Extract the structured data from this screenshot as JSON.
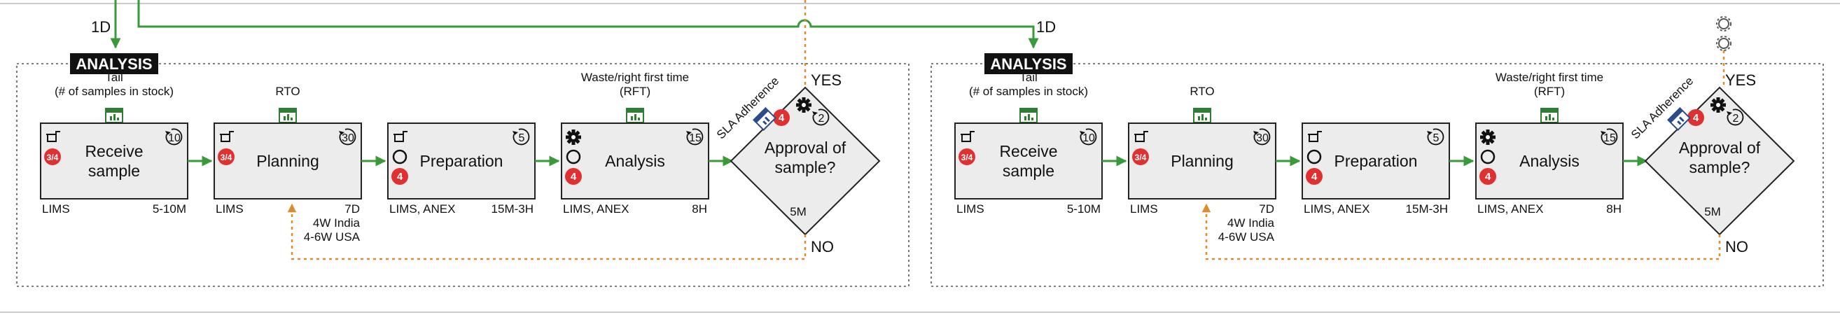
{
  "colors": {
    "green": "#3a9a3a",
    "orange": "#e08a2a",
    "red": "#e03030",
    "box_fill": "#ececec",
    "title_bg": "#111111"
  },
  "top_labels": [
    "1D",
    "1D"
  ],
  "sections": [
    {
      "title": "ANALYSIS",
      "steps": [
        {
          "label_lines": [
            "Receive",
            "sample"
          ],
          "kpi_lines": [
            "Tail",
            "(# of samples in stock)"
          ],
          "cycle": "10",
          "badge": "3/4",
          "icons": [
            "hand-pointer-icon"
          ],
          "system": "LIMS",
          "time": "5-10M",
          "notes": []
        },
        {
          "label_lines": [
            "Planning"
          ],
          "kpi_lines": [
            "RTO"
          ],
          "cycle": "30",
          "badge": "3/4",
          "icons": [
            "hand-pointer-icon"
          ],
          "system": "LIMS",
          "time": "7D",
          "notes": [
            "4W India",
            "4-6W USA"
          ]
        },
        {
          "label_lines": [
            "Preparation"
          ],
          "kpi_lines": [],
          "cycle": "5",
          "badge": "4",
          "icons": [
            "hand-pointer-icon",
            "circle-icon"
          ],
          "system": "LIMS, ANEX",
          "time": "15M-3H",
          "notes": []
        },
        {
          "label_lines": [
            "Analysis"
          ],
          "kpi_lines": [
            "Waste/right first time",
            "(RFT)"
          ],
          "cycle": "15",
          "badge": "4",
          "icons": [
            "gear-icon",
            "circle-icon"
          ],
          "system": "LIMS, ANEX",
          "time": "8H",
          "notes": []
        }
      ],
      "decision": {
        "label_lines": [
          "Approval of",
          "sample?"
        ],
        "time": "5M",
        "yes": "YES",
        "no": "NO",
        "kpi": "SLA Adherence",
        "badge": "4",
        "cycle": "2"
      }
    },
    {
      "title": "ANALYSIS",
      "steps": [
        {
          "label_lines": [
            "Receive",
            "sample"
          ],
          "kpi_lines": [
            "Tail",
            "(# of samples in stock)"
          ],
          "cycle": "10",
          "badge": "3/4",
          "icons": [
            "hand-pointer-icon"
          ],
          "system": "LIMS",
          "time": "5-10M",
          "notes": []
        },
        {
          "label_lines": [
            "Planning"
          ],
          "kpi_lines": [
            "RTO"
          ],
          "cycle": "30",
          "badge": "3/4",
          "icons": [
            "hand-pointer-icon"
          ],
          "system": "LIMS",
          "time": "7D",
          "notes": [
            "4W India",
            "4-6W USA"
          ]
        },
        {
          "label_lines": [
            "Preparation"
          ],
          "kpi_lines": [],
          "cycle": "5",
          "badge": "4",
          "icons": [
            "hand-pointer-icon",
            "circle-icon"
          ],
          "system": "LIMS, ANEX",
          "time": "15M-3H",
          "notes": []
        },
        {
          "label_lines": [
            "Analysis"
          ],
          "kpi_lines": [
            "Waste/right first time",
            "(RFT)"
          ],
          "cycle": "15",
          "badge": "4",
          "icons": [
            "gear-icon",
            "circle-icon"
          ],
          "system": "LIMS, ANEX",
          "time": "8H",
          "notes": []
        }
      ],
      "decision": {
        "label_lines": [
          "Approval of",
          "sample?"
        ],
        "time": "5M",
        "yes": "YES",
        "no": "NO",
        "kpi": "SLA Adherence",
        "badge": "4",
        "cycle": "2"
      }
    }
  ]
}
